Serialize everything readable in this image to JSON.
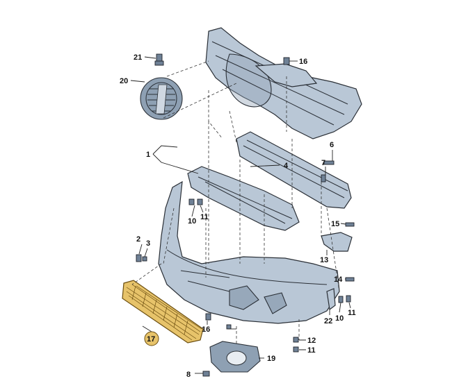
{
  "labels": {
    "p1": "1",
    "p2": "2",
    "p3": "3",
    "p4": "4",
    "p6": "6",
    "p7": "7",
    "p8": "8",
    "p10a": "10",
    "p10b": "10",
    "p11a": "11",
    "p11b": "11",
    "p11c": "11",
    "p12": "12",
    "p13": "13",
    "p14": "14",
    "p15": "15",
    "p16a": "16",
    "p16b": "16",
    "p17": "17",
    "p19": "19",
    "p20": "20",
    "p21": "21",
    "p22": "22"
  },
  "colors": {
    "part_fill": "#b9c7d6",
    "highlight_fill": "#e7c36a",
    "outline": "#2a2f36"
  }
}
